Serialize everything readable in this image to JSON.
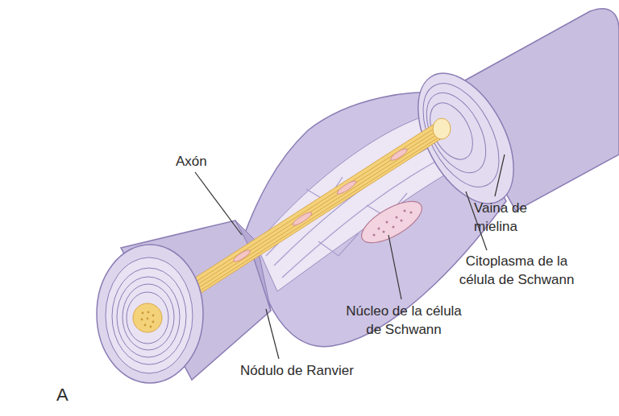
{
  "diagram": {
    "labels": [
      "Axón",
      "Vaina de mielina",
      "Citoplasma de la célula de Schwann",
      "Núcleo de la célula de Schwann",
      "Nódulo de Ranvier",
      "A"
    ]
  }
}
